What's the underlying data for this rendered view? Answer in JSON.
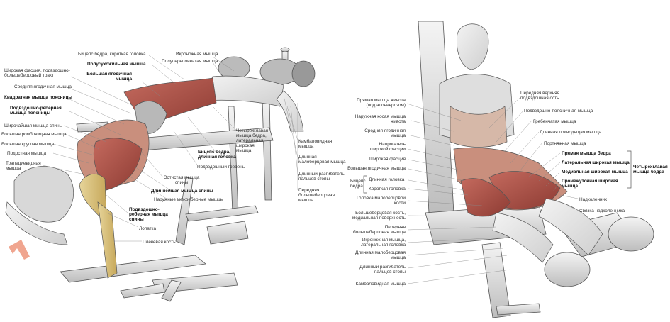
{
  "left": {
    "labels": {
      "biceps_short": "Бицепс бедра, короткая головка",
      "gastrocnemius_top": "Икроножная мышца",
      "semimembranosus": "Полуперепончатая мышца",
      "semitendinosus": "Полусухожильная мышца",
      "gluteus_max": "Большая ягодичная\nмышца",
      "fascia_lata": "Широкая фасция, подвздошно-\nбольшеберцовый тракт",
      "gluteus_med": "Средняя ягодичная мышца",
      "quadratus": "Квадратная мышца поясницы",
      "iliocostalis": "Подвздошно-реберная\nмышца поясницы",
      "latissimus": "Широчайшая мышца спины",
      "rhomboid_major": "Большая ромбовидная мышца",
      "teres_major": "Большая круглая мышца",
      "infraspinatus": "Подостная мышца",
      "trapezius": "Трапециевидная\nмышца",
      "quadriceps_lat": "Четырехглавая\nмышца бедра,\nлатеральная\nширокая\nмышца",
      "biceps_long": "Бицепс бедра,\nдлинная головка",
      "iliac_crest": "Подвздошный гребень",
      "spinous": "Остистая мышца\nспины",
      "longissimus": "Длиннейшая мышца спины",
      "intercostal": "Наружные межреберные мышцы",
      "iliocostalis_back": "Подвздошно-\nреберная мышца\nспины",
      "scapula": "Лопатка",
      "humerus": "Плечевая кость",
      "soleus": "Камбаловидная\nмышца",
      "peroneus_longus": "Длинная\nмалоберцовая мышца",
      "ext_digitorum": "Длинный разгибатель\nпальцев стопы",
      "tibialis_ant": "Передняя\nбольшеберцовая\nмышца"
    }
  },
  "right": {
    "labels": {
      "rectus_abd": "Прямая мышца живота\n(под апоневрозом)",
      "ext_oblique": "Наружная косая мышца\nживота",
      "gluteus_med": "Средняя ягодичная\nмышца",
      "tensor": "Напрягатель\nширокой фасции",
      "fascia_lata": "Широкая фасция",
      "gluteus_max": "Большая ягодичная мышца",
      "biceps_group": "Бицепс\nбедра",
      "biceps_long": "Длинная головка",
      "biceps_short": "Короткая головка",
      "fibula_head": "Головка малоберцовой\nкости",
      "tibia_surface": "Большеберцовая кость,\nмедиальная поверхность",
      "tibialis_ant": "Передняя\nбольшеберцовая мышца",
      "gastro_lat": "Икроножная мышца,\nлатеральная головка",
      "peroneus_longus": "Длинная малоберцовая\nмышца",
      "ext_digitorum": "Длинный разгибатель\nпальцев стопы",
      "soleus": "Камбаловидная мышца",
      "asis": "Передняя верхняя\nподвздошная ость",
      "iliopsoas": "Подвздошно-поясничная мышца",
      "pectineus": "Гребенчатая мышца",
      "adductor_long": "Длинная приводящая мышца",
      "sartorius": "Портняжная мышца",
      "rectus_fem": "Прямая мышца бедра",
      "vastus_lat": "Латеральная широкая мышца",
      "vastus_med": "Медиальная широкая мышца",
      "vastus_int": "Промежуточная широкая\nмышца",
      "quad_group": "Четырехглавая\nмышца бедра",
      "patella": "Надколенник",
      "patellar_lig": "Связка надколенника"
    }
  }
}
